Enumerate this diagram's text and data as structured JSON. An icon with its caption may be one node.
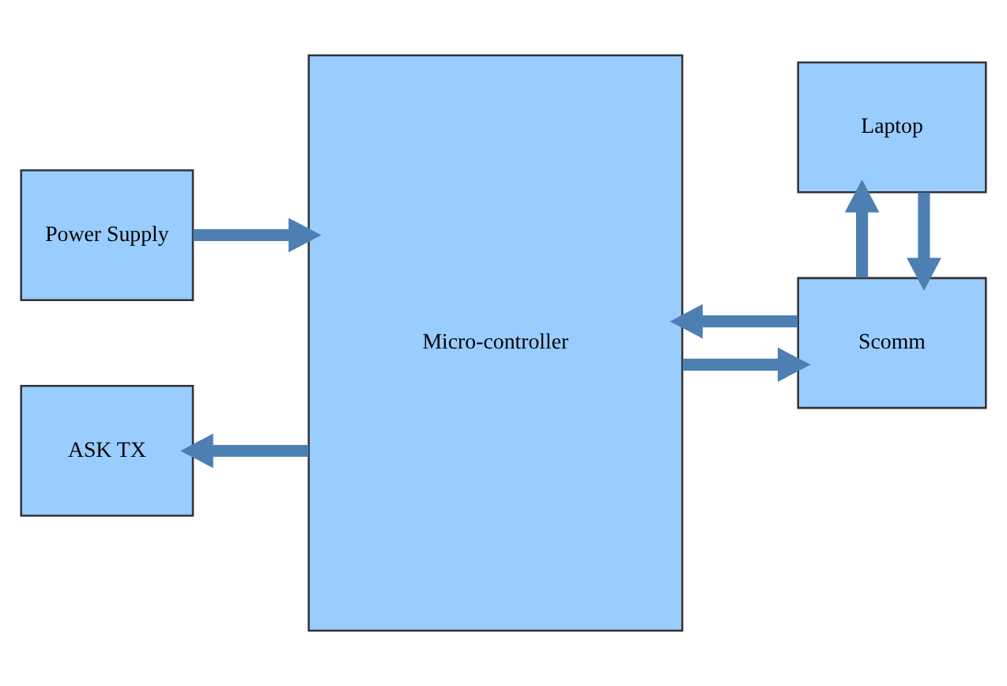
{
  "diagram": {
    "nodes": [
      {
        "text": [
          "Power Supply"
        ]
      },
      {
        "text": [
          "Micro-controller"
        ]
      },
      {
        "text": [
          "ASK TX"
        ]
      },
      {
        "text": [
          "Scomm"
        ]
      },
      {
        "text": [
          "Laptop"
        ]
      }
    ],
    "edges": [
      {
        "from": 0,
        "to": 1,
        "arrow": "to"
      },
      {
        "from": 1,
        "to": 2,
        "arrow": "to"
      },
      {
        "from": 1,
        "to": 3,
        "arrow": "to"
      },
      {
        "from": 3,
        "to": 1,
        "arrow": "to"
      },
      {
        "from": 3,
        "to": 4,
        "arrow": "to"
      },
      {
        "from": 4,
        "to": 3,
        "arrow": "to"
      }
    ]
  }
}
